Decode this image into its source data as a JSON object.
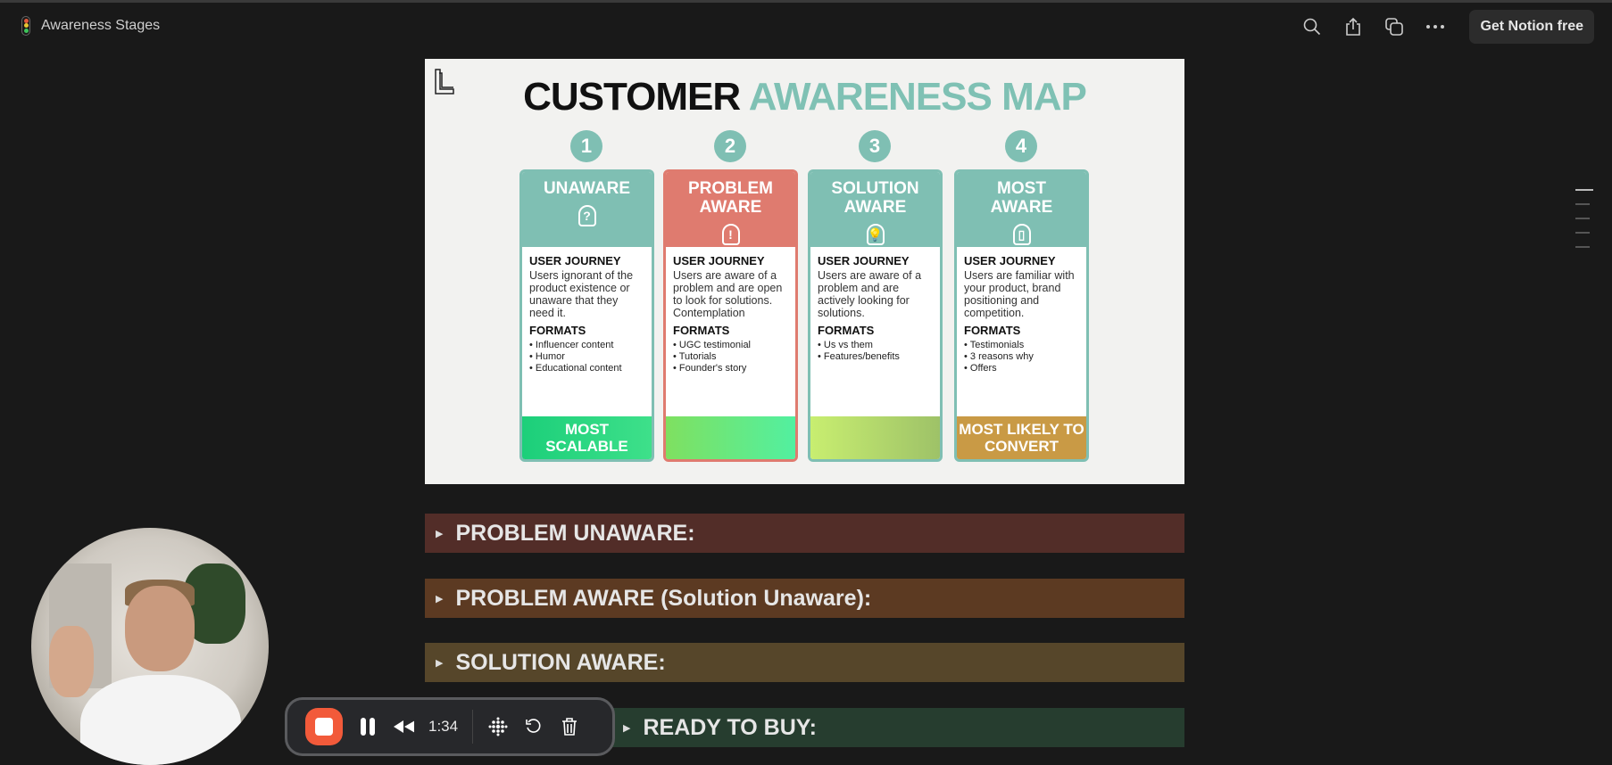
{
  "page": {
    "title": "Awareness Stages",
    "icon": "traffic-light-icon"
  },
  "topbar": {
    "get_notion": "Get Notion free"
  },
  "hero": {
    "title_dark": "CUSTOMER",
    "title_accent": "AWARENESS MAP",
    "cards": [
      {
        "num": "1",
        "title": [
          "UNAWARE",
          ""
        ],
        "icon": "?",
        "journey_label": "USER  JOURNEY",
        "journey": "Users ignorant of the product existence or unaware that they need it.",
        "formats_label": "FORMATS",
        "formats": [
          "Influencer content",
          "Humor",
          "Educational content"
        ],
        "footer": "MOST SCALABLE",
        "color": "#7fbfb3",
        "footer_bg": "linear-gradient(90deg,#1ccf7a,#3ee08a)"
      },
      {
        "num": "2",
        "title": [
          "PROBLEM",
          "AWARE"
        ],
        "icon": "!",
        "journey_label": "USER JOURNEY",
        "journey": "Users are aware of a problem and are open to look for solutions. Contemplation",
        "formats_label": "FORMATS",
        "formats": [
          "UGC testimonial",
          "Tutorials",
          "Founder's story"
        ],
        "footer": "",
        "color": "#df7b6f",
        "footer_bg": "linear-gradient(90deg,#7fe060,#52f0a0)"
      },
      {
        "num": "3",
        "title": [
          "SOLUTION",
          "AWARE"
        ],
        "icon": "💡",
        "journey_label": "USER JOURNEY",
        "journey": "Users are aware of a problem and are actively looking for solutions.",
        "formats_label": "FORMATS",
        "formats": [
          "Us vs them",
          "Features/benefits"
        ],
        "footer": "",
        "color": "#7fbfb3",
        "footer_bg": "linear-gradient(90deg,#c8ee70,#9ec268)"
      },
      {
        "num": "4",
        "title": [
          "MOST",
          "AWARE"
        ],
        "icon": "▯",
        "journey_label": "USER JOURNEY",
        "journey": "Users are familiar with your product, brand positioning and competition.",
        "formats_label": "FORMATS",
        "formats": [
          "Testimonials",
          "3 reasons why",
          "Offers"
        ],
        "footer": "MOST LIKELY TO CONVERT",
        "color": "#7fbfb3",
        "footer_bg": "#c99a45"
      }
    ]
  },
  "toggles": [
    {
      "label": "PROBLEM UNAWARE:",
      "bg": "#522d28"
    },
    {
      "label": "PROBLEM AWARE (Solution Unaware):",
      "bg": "#5c3a22"
    },
    {
      "label": "SOLUTION AWARE:",
      "bg": "#56462a"
    },
    {
      "label": "READY TO BUY:",
      "bg": "#263d2f"
    }
  ],
  "recorder": {
    "time": "1:34"
  }
}
